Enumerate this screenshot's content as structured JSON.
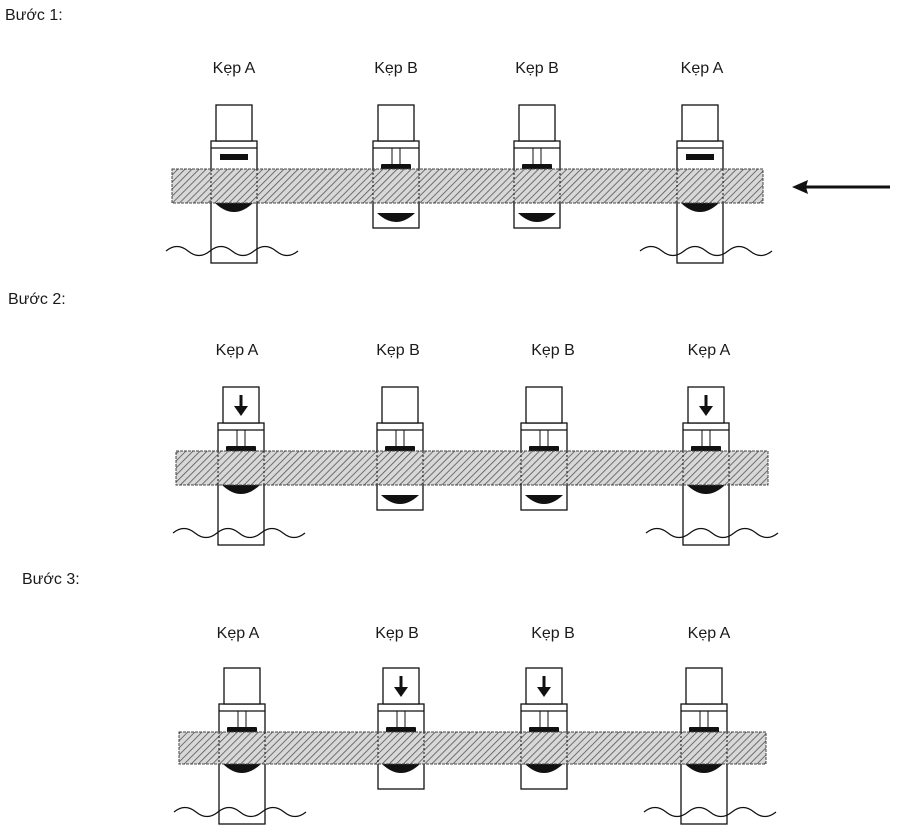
{
  "steps": [
    {
      "label": "Bước 1:",
      "clamps": [
        {
          "label": "Kẹp A",
          "type": "A",
          "pressing": false
        },
        {
          "label": "Kẹp B",
          "type": "B",
          "pressing": false
        },
        {
          "label": "Kẹp B",
          "type": "B",
          "pressing": false
        },
        {
          "label": "Kẹp A",
          "type": "A",
          "pressing": false
        }
      ],
      "feed_arrow": "left-arrow"
    },
    {
      "label": "Bước 2:",
      "clamps": [
        {
          "label": "Kẹp A",
          "type": "A",
          "pressing": true
        },
        {
          "label": "Kẹp B",
          "type": "B",
          "pressing": false
        },
        {
          "label": "Kẹp B",
          "type": "B",
          "pressing": false
        },
        {
          "label": "Kẹp A",
          "type": "A",
          "pressing": true
        }
      ]
    },
    {
      "label": "Bước 3:",
      "clamps": [
        {
          "label": "Kẹp A",
          "type": "A",
          "pressing": false
        },
        {
          "label": "Kẹp B",
          "type": "B",
          "pressing": true
        },
        {
          "label": "Kẹp B",
          "type": "B",
          "pressing": true
        },
        {
          "label": "Kẹp A",
          "type": "A",
          "pressing": false
        }
      ]
    }
  ],
  "colors": {
    "line": "#111111",
    "hatch_bg": "#d8d8d8",
    "hatch_line": "#555555"
  }
}
